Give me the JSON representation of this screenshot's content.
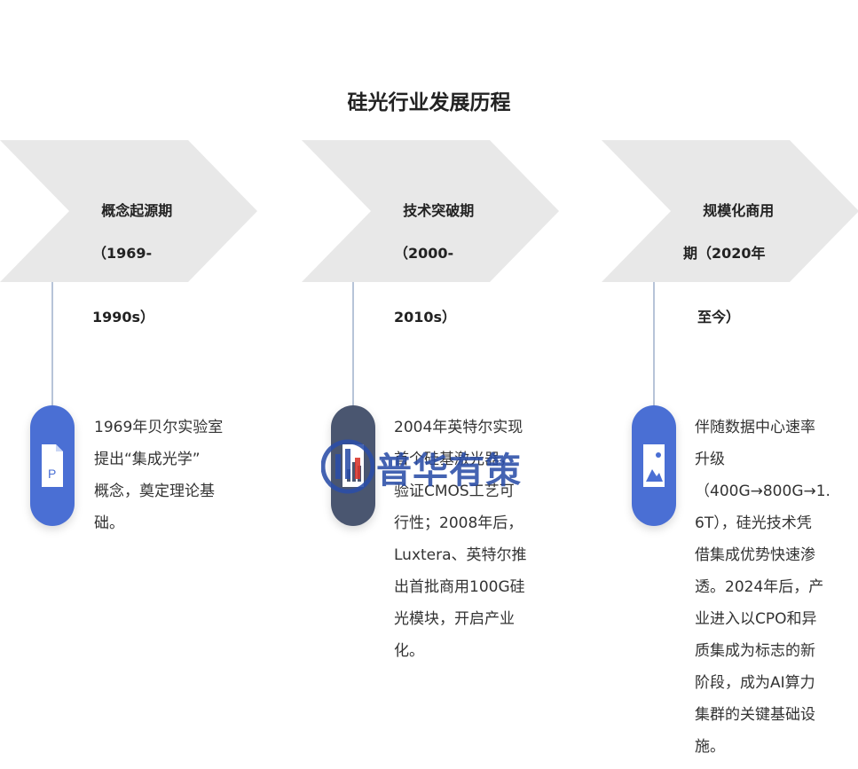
{
  "title": "硅光行业发展历程",
  "stages": [
    {
      "name_l1": "概念起源期",
      "name_l2": "（1969-",
      "name_l3": "1990s）",
      "description": [
        "1969年贝尔实验室",
        "提出“集成光学”",
        "概念，奠定理论基",
        "础。"
      ],
      "icon": "document-p-icon",
      "color": "#4a6fd4"
    },
    {
      "name_l1": "技术突破期",
      "name_l2": "（2000-",
      "name_l3": "2010s）",
      "description": [
        "2004年英特尔实现",
        "首个硅基激光器，",
        "验证CMOS工艺可",
        "行性；2008年后，",
        "Luxtera、英特尔推",
        "出首批商用100G硅",
        "光模块，开启产业",
        "化。"
      ],
      "icon": "chart-icon",
      "color": "#4a5670"
    },
    {
      "name_l1": "规模化商用",
      "name_l2": "期（2020年",
      "name_l3": "至今）",
      "description": [
        "伴随数据中心速率",
        "升级",
        "（400G→800G→1.",
        "6T），硅光技术凭",
        "借集成优势快速渗",
        "透。2024年后，产",
        "业进入以CPO和异",
        "质集成为标志的新",
        "阶段，成为AI算力",
        "集群的关键基础设",
        "施。"
      ],
      "icon": "image-icon",
      "color": "#4a6fd4"
    }
  ],
  "watermark": "普华有策"
}
